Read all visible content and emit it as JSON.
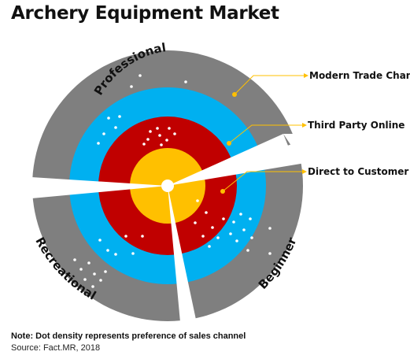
{
  "title": "Archery Equipment Market",
  "segments": [
    {
      "label": "Professional"
    },
    {
      "label": "Recreational"
    },
    {
      "label": "Beginner"
    }
  ],
  "channels": [
    {
      "label": "Modern Trade Channe",
      "color": "#7f7f7f"
    },
    {
      "label": "Third Party Online",
      "color": "#00b0f0"
    },
    {
      "label": "Direct to Customer",
      "color": "#c00000"
    }
  ],
  "center_color": "#ffc000",
  "leader_color": "#ffc000",
  "note": "Note: Dot density represents preference of sales channel",
  "source": "Source: Fact.MR, 2018"
}
